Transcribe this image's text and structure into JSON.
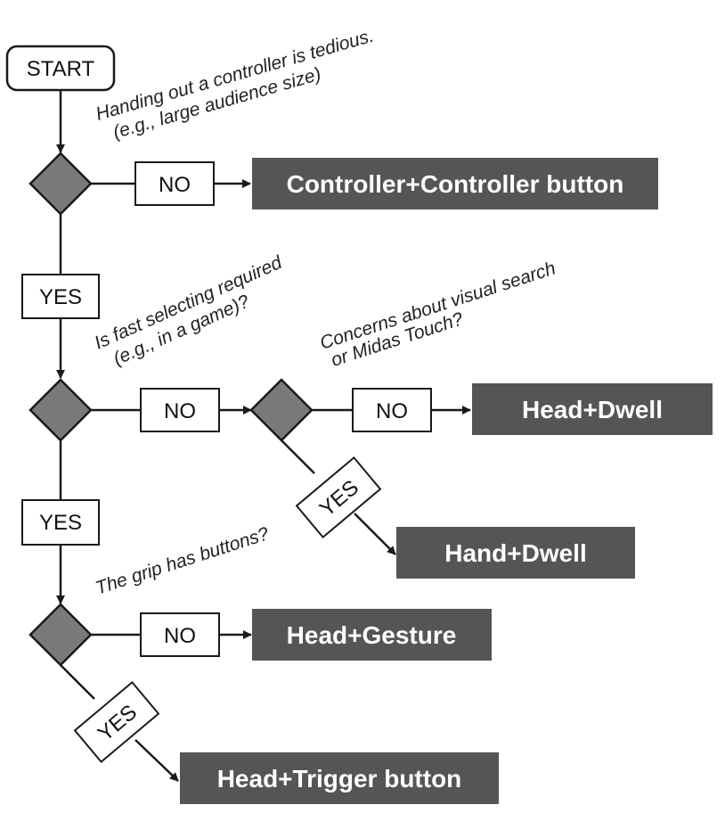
{
  "start_label": "START",
  "questions": {
    "q1_line1": "Handing out a controller is tedious.",
    "q1_line2": "(e.g., large audience size)",
    "q2_line1": "Is fast selecting required",
    "q2_line2": "(e.g., in a game)?",
    "q3_line1": "Concerns about visual search",
    "q3_line2": "or Midas Touch?",
    "q4_line1": "The grip has buttons?"
  },
  "labels": {
    "no": "NO",
    "yes": "YES"
  },
  "results": {
    "controller": "Controller+Controller button",
    "head_dwell": "Head+Dwell",
    "hand_dwell": "Hand+Dwell",
    "head_gesture": "Head+Gesture",
    "head_trigger": "Head+Trigger button"
  },
  "colors": {
    "decision_fill": "#7a7a7a",
    "result_fill": "#555555",
    "result_text": "#ffffff",
    "line": "#1a1a1a"
  }
}
